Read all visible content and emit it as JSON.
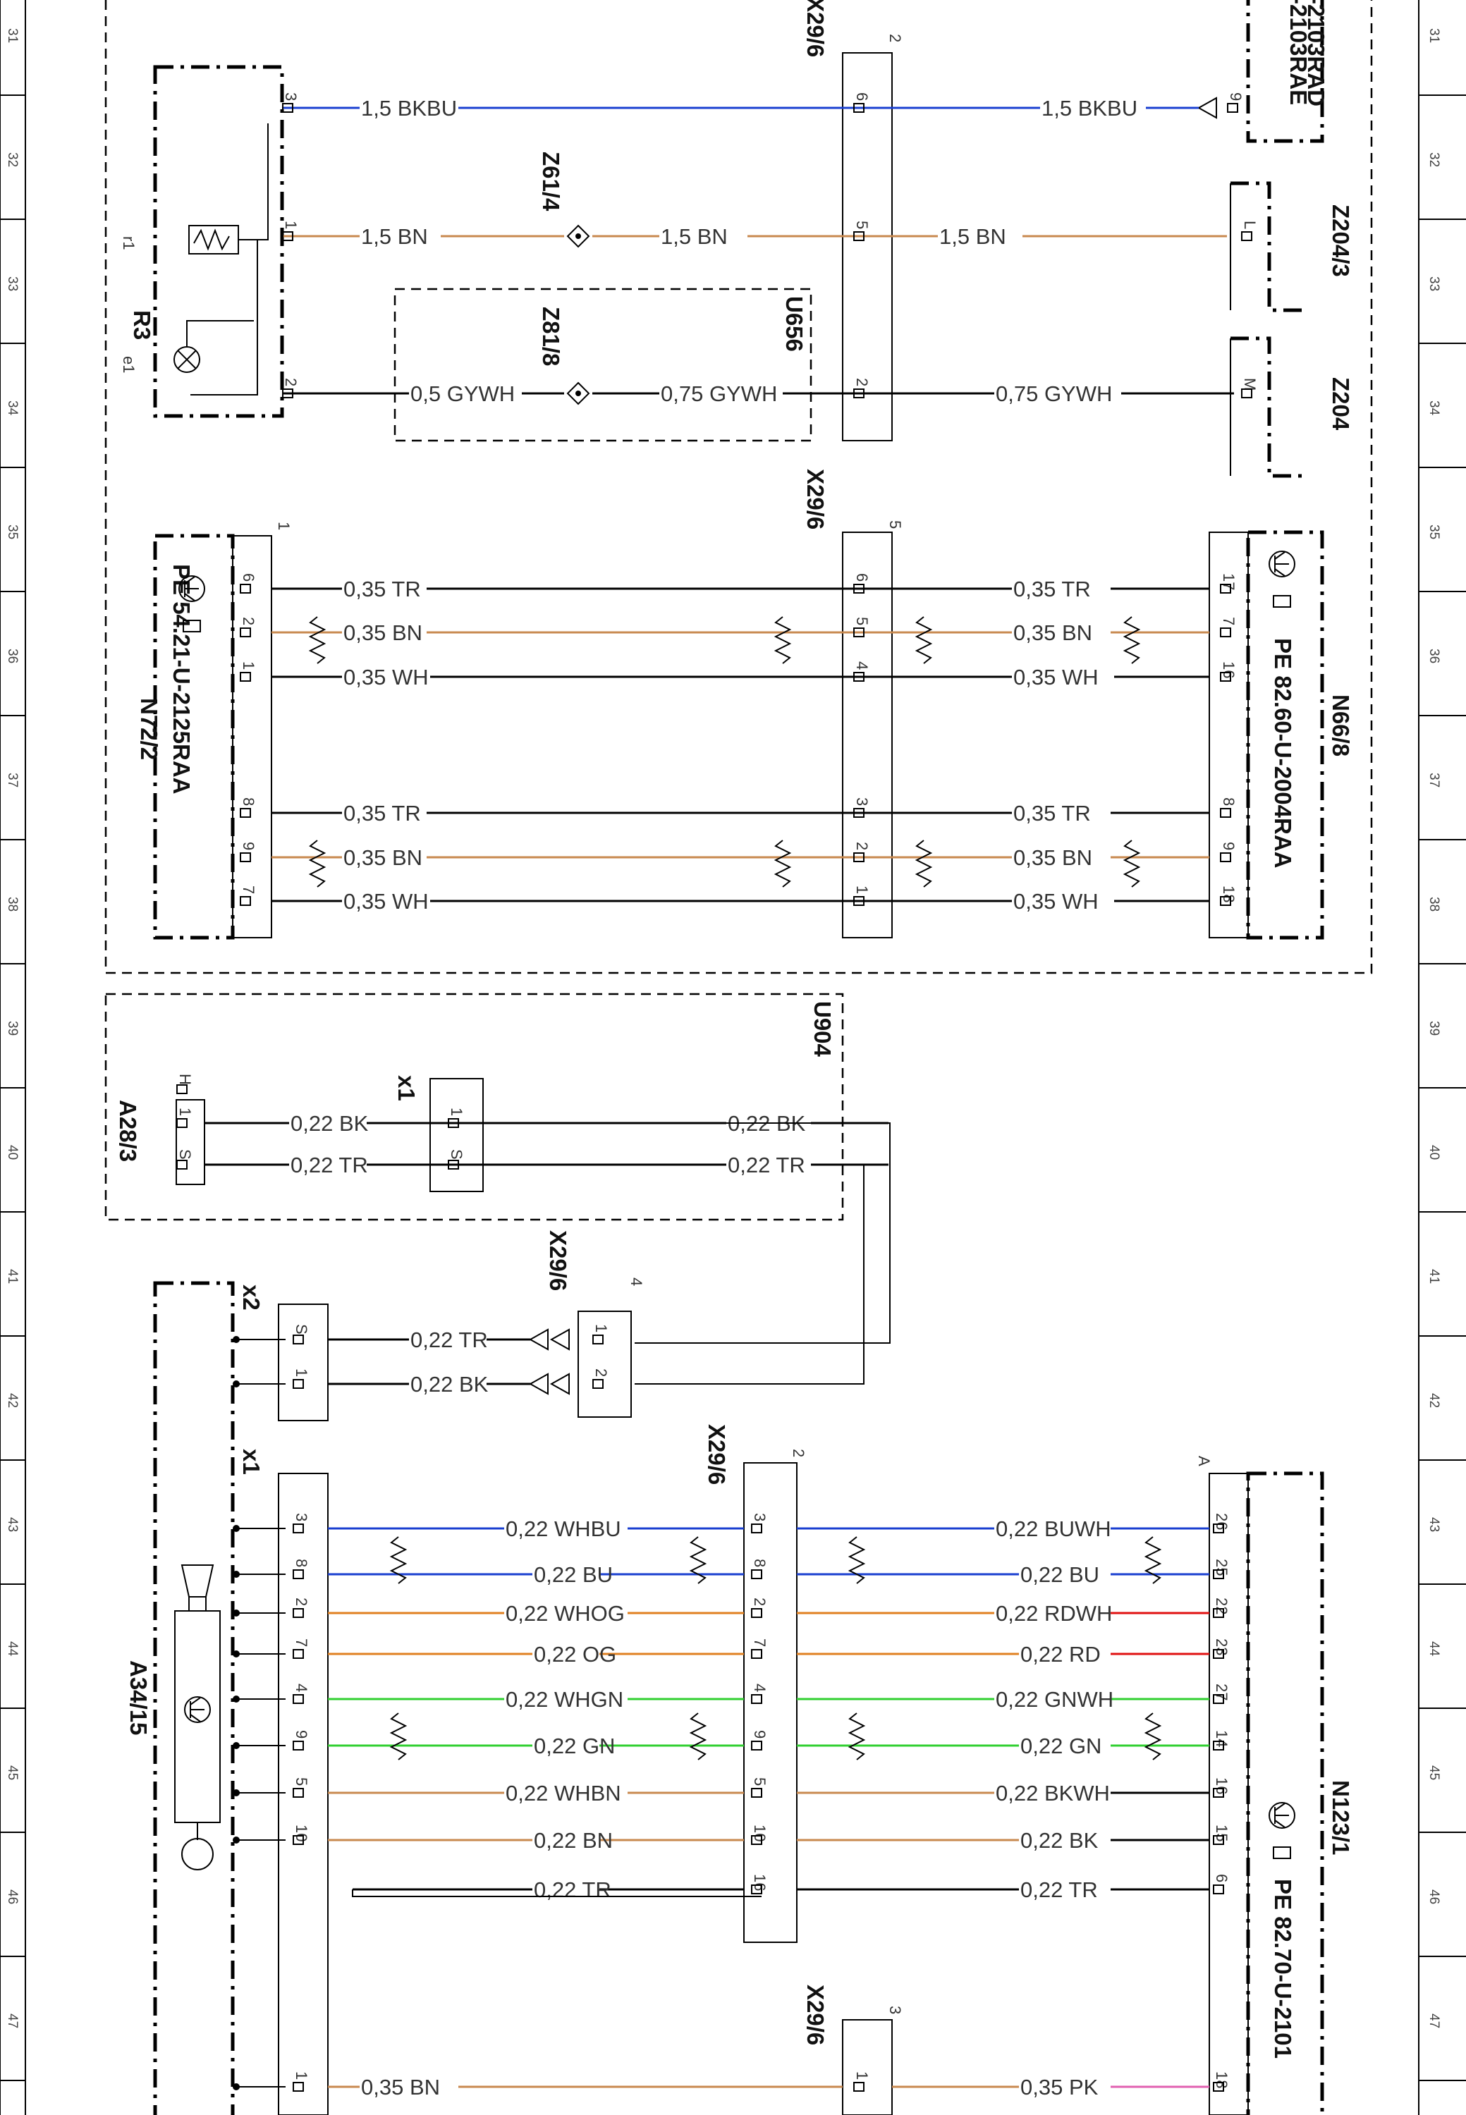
{
  "colors": {
    "BKBU": "#1a3fd0",
    "BU": "#1a3fd0",
    "WHBU": "#1a3fd0",
    "BUWH": "#1a3fd0",
    "BN": "#c8894f",
    "WHBN": "#c8894f",
    "GYWH": "#000000",
    "TR": "#000000",
    "WH": "#000000",
    "BK": "#000000",
    "BKWH": "#000000",
    "WHOG": "#e08020",
    "OG": "#e08020",
    "RDWH": "#e01010",
    "RD": "#e01010",
    "WHGN": "#30d030",
    "GN": "#30d030",
    "GNWH": "#30d030",
    "PK": "#e060b0"
  },
  "ruler": [
    "31",
    "32",
    "33",
    "34",
    "35",
    "36",
    "37",
    "38",
    "39",
    "40",
    "41",
    "42",
    "43",
    "44",
    "45",
    "46",
    "47"
  ],
  "labels": {
    "x29_6": "X29/6",
    "z61_4": "Z61/4",
    "z81_8": "Z81/8",
    "u656": "U656",
    "u904": "U904",
    "r3": "R3",
    "r1": "r1",
    "e1": "e1",
    "z204_3": "Z204/3",
    "z204": "Z204",
    "n72_2": "N72/2",
    "n72_2_pe": "PE 54.21-U-2125RAA",
    "n66_8": "N66/8",
    "n66_8_pe": "PE 82.60-U-2004RAA",
    "top_right_1": "-2103RAD",
    "top_right_2": "-2103RAE",
    "a28_3": "A28/3",
    "x1": "x1",
    "x2": "x2",
    "a34_15": "A34/15",
    "n123_1": "N123/1",
    "n123_1_pe": "PE 82.70-U-2101"
  },
  "wires": [
    {
      "text": "1,5 BKBU",
      "color": "BKBU"
    },
    {
      "text": "1,5 BKBU",
      "color": "BKBU"
    },
    {
      "text": "1,5 BN",
      "color": "BN"
    },
    {
      "text": "1,5 BN",
      "color": "BN"
    },
    {
      "text": "1,5 BN",
      "color": "BN"
    },
    {
      "text": "0,5 GYWH",
      "color": "GYWH"
    },
    {
      "text": "0,75 GYWH",
      "color": "GYWH"
    },
    {
      "text": "0,75 GYWH",
      "color": "GYWH"
    },
    {
      "text": "0,35 TR",
      "color": "TR"
    },
    {
      "text": "0,35 TR",
      "color": "TR"
    },
    {
      "text": "0,35 BN",
      "color": "BN"
    },
    {
      "text": "0,35 BN",
      "color": "BN"
    },
    {
      "text": "0,35 WH",
      "color": "WH"
    },
    {
      "text": "0,35 WH",
      "color": "WH"
    },
    {
      "text": "0,35 TR",
      "color": "TR"
    },
    {
      "text": "0,35 TR",
      "color": "TR"
    },
    {
      "text": "0,35 BN",
      "color": "BN"
    },
    {
      "text": "0,35 BN",
      "color": "BN"
    },
    {
      "text": "0,35 WH",
      "color": "WH"
    },
    {
      "text": "0,35 WH",
      "color": "WH"
    },
    {
      "text": "0,22 BK",
      "color": "BK"
    },
    {
      "text": "0,22 BK",
      "color": "BK"
    },
    {
      "text": "0,22 TR",
      "color": "TR"
    },
    {
      "text": "0,22 TR",
      "color": "TR"
    },
    {
      "text": "0,22 TR",
      "color": "TR"
    },
    {
      "text": "0,22 BK",
      "color": "BK"
    },
    {
      "text": "0,22 WHBU",
      "color": "WHBU"
    },
    {
      "text": "0,22 BUWH",
      "color": "BUWH"
    },
    {
      "text": "0,22 BU",
      "color": "BU"
    },
    {
      "text": "0,22 BU",
      "color": "BU"
    },
    {
      "text": "0,22 WHOG",
      "color": "WHOG"
    },
    {
      "text": "0,22 RDWH",
      "color": "RDWH"
    },
    {
      "text": "0,22 OG",
      "color": "OG"
    },
    {
      "text": "0,22 RD",
      "color": "RD"
    },
    {
      "text": "0,22 WHGN",
      "color": "WHGN"
    },
    {
      "text": "0,22 GNWH",
      "color": "GNWH"
    },
    {
      "text": "0,22 GN",
      "color": "GN"
    },
    {
      "text": "0,22 GN",
      "color": "GN"
    },
    {
      "text": "0,22 WHBN",
      "color": "WHBN"
    },
    {
      "text": "0,22 BKWH",
      "color": "BKWH"
    },
    {
      "text": "0,22 BN",
      "color": "BN"
    },
    {
      "text": "0,22 BK",
      "color": "BK"
    },
    {
      "text": "0,22 TR",
      "color": "TR"
    },
    {
      "text": "0,22 TR",
      "color": "TR"
    },
    {
      "text": "0,35 BN",
      "color": "BN"
    },
    {
      "text": "0,35 PK",
      "color": "PK"
    }
  ],
  "pins": {
    "r3": [
      "3",
      "1",
      "2"
    ],
    "x29_6_a": [
      "6",
      "5",
      "2"
    ],
    "top_right": [
      "9"
    ],
    "z204_3": [
      "L"
    ],
    "z204": [
      "M"
    ],
    "n72_2": [
      "6",
      "2",
      "1",
      "8",
      "9",
      "7"
    ],
    "x29_6_b": [
      "6",
      "5",
      "4",
      "3",
      "2",
      "1"
    ],
    "n66_8": [
      "17",
      "7",
      "16",
      "8",
      "9",
      "18"
    ],
    "a28_3": [
      "H",
      "1",
      "S"
    ],
    "x1_top": [
      "1",
      "S"
    ],
    "x2": [
      "S",
      "1"
    ],
    "x29_6_c": [
      "1",
      "2"
    ],
    "a34_15": [
      "3",
      "8",
      "2",
      "7",
      "4",
      "9",
      "5",
      "10"
    ],
    "x29_6_d": [
      "3",
      "8",
      "2",
      "7",
      "4",
      "9",
      "5",
      "10",
      "16"
    ],
    "n123_1": [
      "26",
      "25",
      "22",
      "23",
      "27",
      "14",
      "16",
      "15",
      "6",
      "18"
    ],
    "connector_nums": [
      "2",
      "5",
      "1",
      "4",
      "2",
      "A",
      "3"
    ],
    "x29_6_e": [
      "1"
    ],
    "a34_15_bottom": [
      "1"
    ]
  }
}
